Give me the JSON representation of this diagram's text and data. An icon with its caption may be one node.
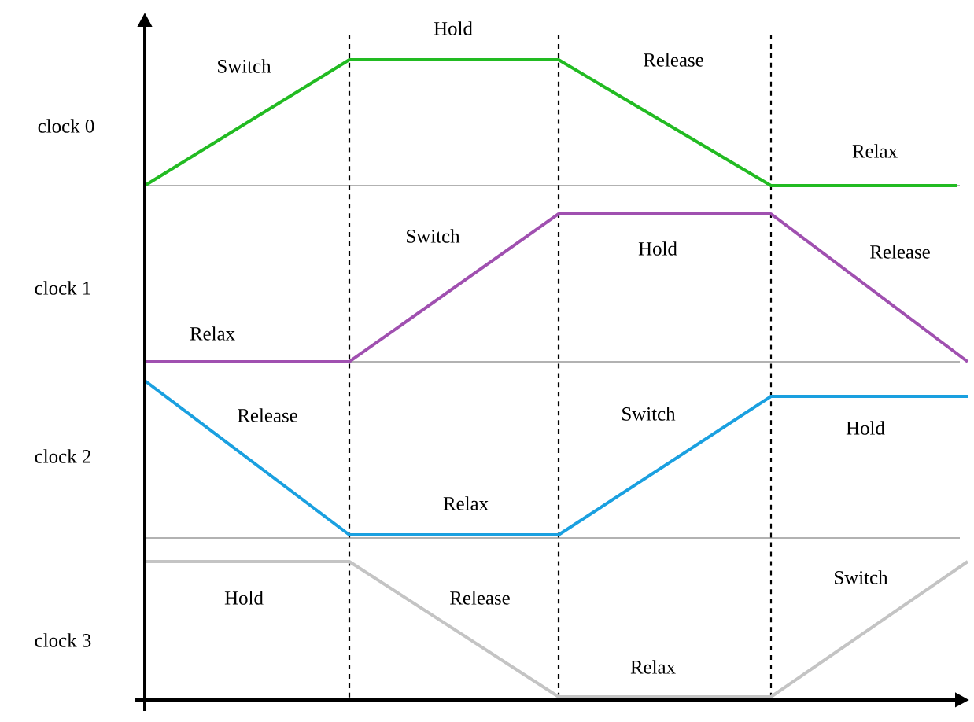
{
  "diagram": {
    "labels": [
      "Hold",
      "Switch",
      "Release",
      "clock 0",
      "Relax",
      "Switch",
      "Hold",
      "Release",
      "clock 1",
      "Relax",
      "Release",
      "Switch",
      "Hold",
      "clock 2",
      "Relax",
      "Switch",
      "Hold",
      "Release",
      "clock 3",
      "Relax"
    ]
  }
}
